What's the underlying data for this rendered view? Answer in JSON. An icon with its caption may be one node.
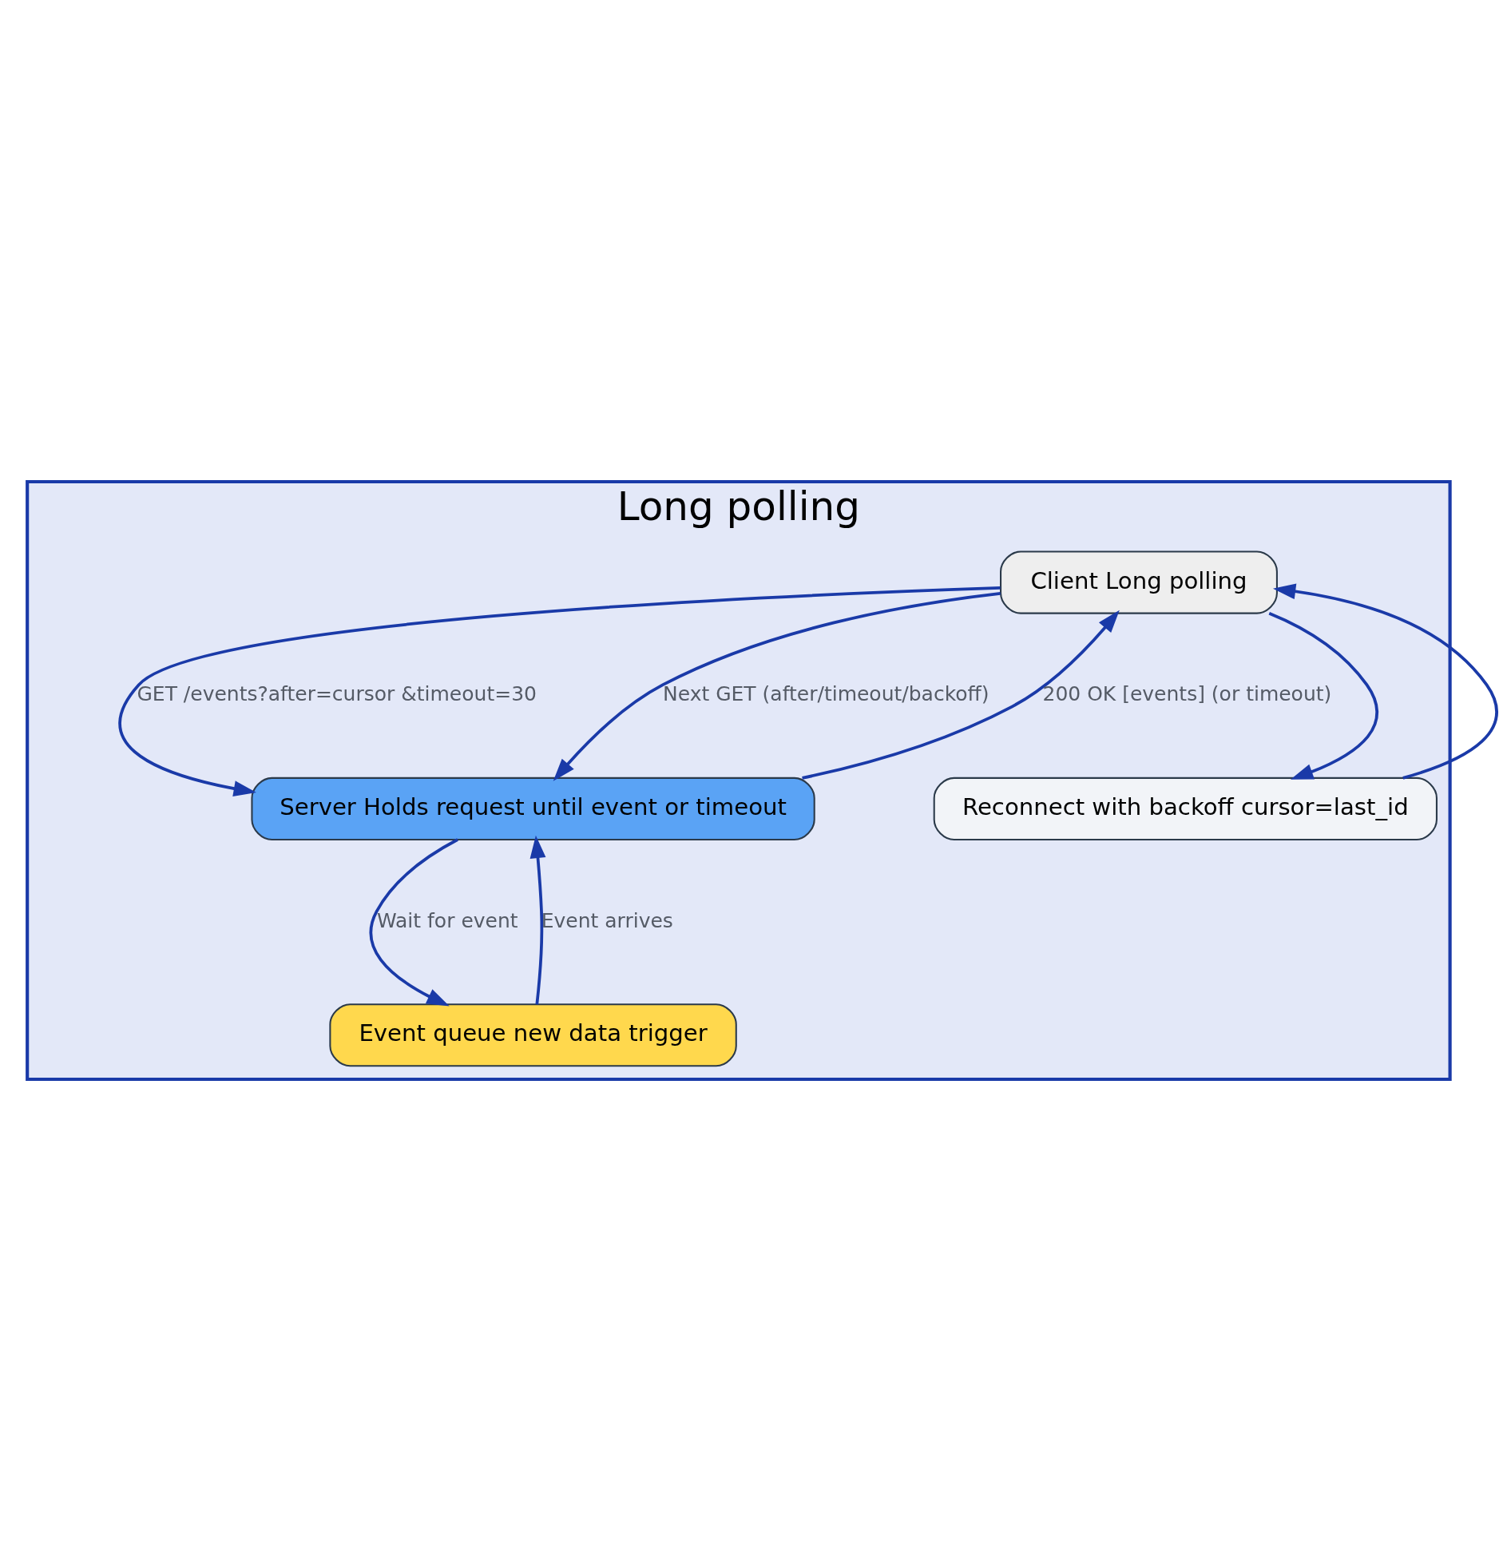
{
  "diagram": {
    "nodes": [
      {
        "text": [
          "Long polling"
        ]
      },
      {
        "text": [
          "Client Long polling"
        ],
        "in": 0
      },
      {
        "text": [
          "Server Holds request until event or timeout"
        ],
        "in": 0
      },
      {
        "text": [
          "Reconnect with backoff cursor=last_id"
        ],
        "in": 0
      },
      {
        "text": [
          "Event queue new data trigger"
        ],
        "in": 0
      }
    ],
    "edges": [
      {
        "from": 1,
        "to": 2,
        "label": "GET /events?after=cursor &timeout=30",
        "arrow": "to"
      },
      {
        "from": 1,
        "to": 2,
        "label": "Next GET (after/timeout/backoff)",
        "arrow": "to"
      },
      {
        "from": 2,
        "to": 1,
        "label": "200 OK [events] (or timeout)",
        "arrow": "to"
      },
      {
        "from": 1,
        "to": 3,
        "arrow": "to"
      },
      {
        "from": 3,
        "to": 1,
        "arrow": "to"
      },
      {
        "from": 2,
        "to": 4,
        "label": "Wait for event",
        "arrow": "to"
      },
      {
        "from": 4,
        "to": 2,
        "label": "Event arrives",
        "arrow": "to"
      }
    ]
  }
}
